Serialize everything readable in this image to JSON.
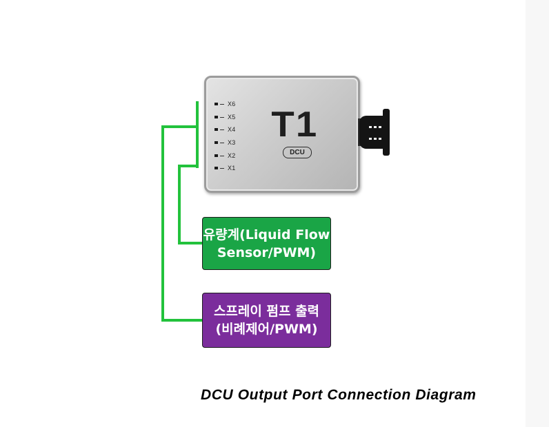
{
  "device": {
    "logo": "T1",
    "sublogo": "DCU",
    "ports": [
      "X6",
      "X5",
      "X4",
      "X3",
      "X2",
      "X1"
    ]
  },
  "boxes": {
    "flow_sensor": {
      "line1": "유량계(Liquid Flow",
      "line2": "Sensor/PWM)",
      "color": "#1aa546"
    },
    "spray_pump": {
      "line1": "스프레이 펌프 출력",
      "line2": "(비례제어/PWM)",
      "color": "#7b2d9c"
    }
  },
  "wire_color": "#22c23c",
  "caption": "DCU Output Port Connection Diagram"
}
